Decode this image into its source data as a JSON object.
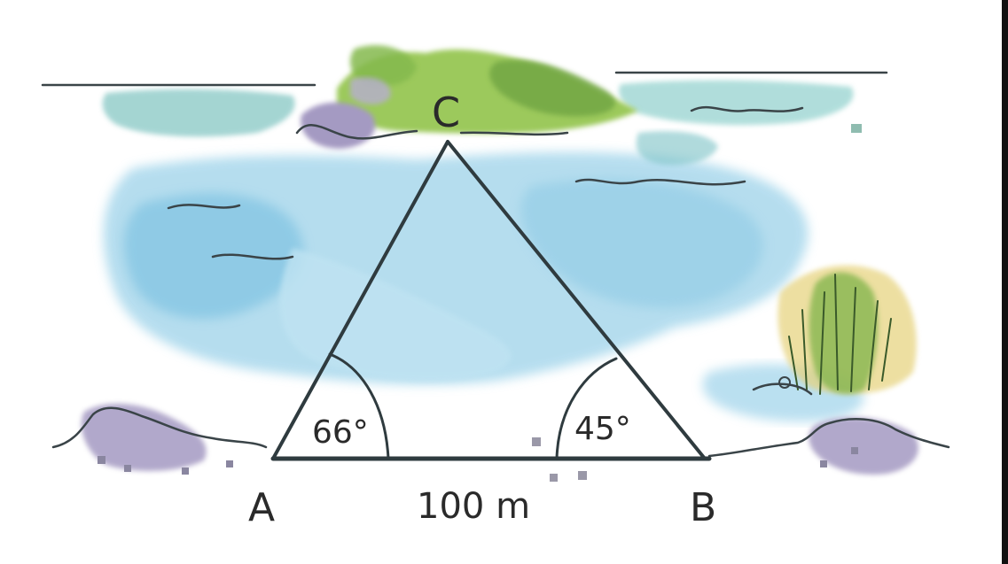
{
  "diagram": {
    "vertices": {
      "a": "A",
      "b": "B",
      "c": "C"
    },
    "angles": {
      "at_a": "66°",
      "at_b": "45°"
    },
    "base_length": "100 m"
  },
  "colors": {
    "water": "#9fd3ea",
    "water_deep": "#6fb8dc",
    "island_green": "#9cc95c",
    "island_dark": "#5f8f3a",
    "rock_purple": "#a49ac2",
    "reed_green": "#7fb34a",
    "reed_yellow": "#e6d27a",
    "line": "#2f3b3f"
  }
}
